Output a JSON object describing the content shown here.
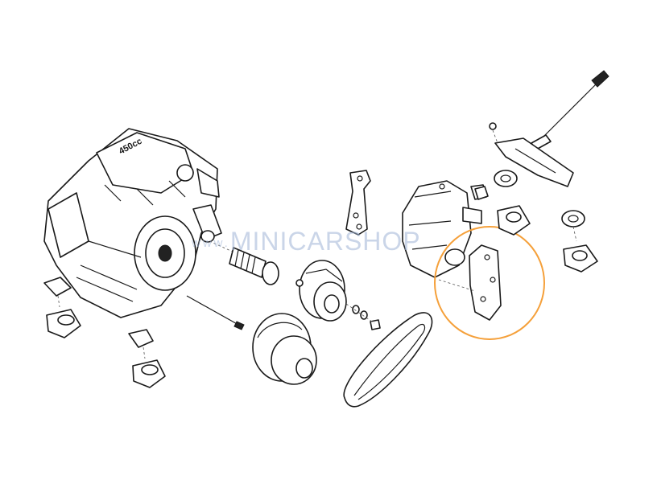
{
  "watermark": {
    "prefix": "www.",
    "text": "MINICARSHOP"
  },
  "engine_badge": "450cc",
  "highlight_color": "#f5a03a",
  "line_color": "#1a1a1a",
  "watermark_color": "#9fb4d6"
}
